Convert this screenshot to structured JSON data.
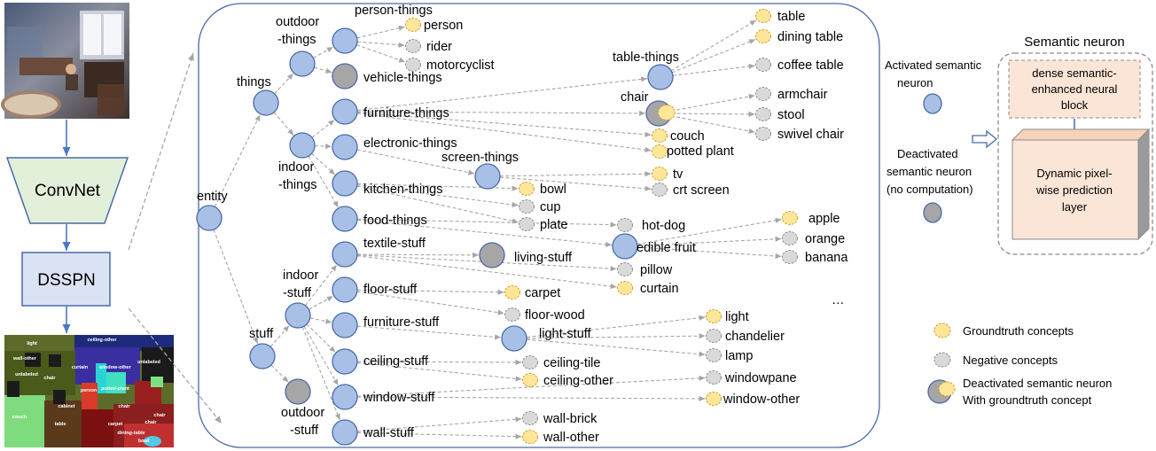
{
  "pipeline": {
    "convnet": "ConvNet",
    "dsspn": "DSSPN"
  },
  "tree": {
    "entity": "entity",
    "things": "things",
    "stuff": "stuff",
    "outdoor_things": [
      "outdoor",
      "-things"
    ],
    "indoor_things": [
      "indoor",
      "-things"
    ],
    "indoor_stuff": [
      "indoor",
      "-stuff"
    ],
    "outdoor_stuff": [
      "outdoor",
      "-stuff"
    ],
    "person_things": "person-things",
    "vehicle_things": "vehicle-things",
    "furniture_things": "furniture-things",
    "electronic_things": "electronic-things",
    "kitchen_things": "kitchen-things",
    "food_things": "food-things",
    "screen_things": "screen-things",
    "table_things": "table-things",
    "chair": "chair",
    "textile_stuff": "textile-stuff",
    "living_stuff": "living-stuff",
    "floor_stuff": "floor-stuff",
    "furniture_stuff": "furniture-stuff",
    "light_stuff": "light-stuff",
    "ceiling_stuff": "ceiling-stuff",
    "window_stuff": "window-stuff",
    "wall_stuff": "wall-stuff",
    "edible_fruit": "edible fruit",
    "leaves": {
      "person": "person",
      "rider": "rider",
      "motorcyclist": "motorcyclist",
      "table": "table",
      "dining_table": "dining table",
      "coffee_table": "coffee table",
      "armchair": "armchair",
      "stool": "stool",
      "swivel_chair": "swivel chair",
      "couch": "couch",
      "potted_plant": "potted plant",
      "tv": "tv",
      "crt_screen": "crt screen",
      "bowl": "bowl",
      "cup": "cup",
      "plate": "plate",
      "hot_dog": "hot-dog",
      "apple": "apple",
      "orange": "orange",
      "banana": "banana",
      "pillow": "pillow",
      "curtain": "curtain",
      "carpet": "carpet",
      "floor_wood": "floor-wood",
      "light": "light",
      "chandelier": "chandelier",
      "lamp": "lamp",
      "ceiling_tile": "ceiling-tile",
      "ceiling_other": "ceiling-other",
      "windowpane": "windowpane",
      "window_other": "window-other",
      "wall_brick": "wall-brick",
      "wall_other": "wall-other"
    },
    "ellipsis": "…"
  },
  "neuron_legend": {
    "activated": [
      "Activated semantic",
      "neuron"
    ],
    "deactivated": [
      "Deactivated",
      "semantic neuron",
      "(no computation)"
    ]
  },
  "semantic_neuron": {
    "title": "Semantic neuron",
    "dense_block": [
      "dense semantic-",
      "enhanced neural",
      "block"
    ],
    "prediction_layer": [
      "Dynamic pixel-",
      "wise prediction",
      "layer"
    ]
  },
  "legend": {
    "groundtruth": "Groundtruth concepts",
    "negative": "Negative concepts",
    "deactivated_gt": [
      "Deactivated semantic neuron",
      "With groundtruth concept"
    ]
  },
  "segmentation_labels": [
    "light",
    "ceiling-other",
    "wall-other",
    "unlabeled",
    "curtain",
    "window-other",
    "unlabeled",
    "chair",
    "person",
    "potted-plant",
    "cabinet",
    "chair",
    "chair",
    "couch",
    "table",
    "carpet",
    "chair",
    "dining-table",
    "bowl"
  ],
  "colors": {
    "neuron_fill": "#a9c0e6",
    "neuron_stroke": "#4a6aa8",
    "deactivated_fill": "#a6a6a6",
    "gt_fill": "#ffe699",
    "gt_stroke": "#c9a227",
    "neg_fill": "#d9d9d9",
    "neg_stroke": "#8c8c8c",
    "arrow": "#a6a6a6",
    "blue_arrow": "#4a78c2",
    "convnet_fill": "#e2efd9",
    "dsspn_fill": "#dae3f3",
    "block_fill": "#fbe5d6"
  }
}
